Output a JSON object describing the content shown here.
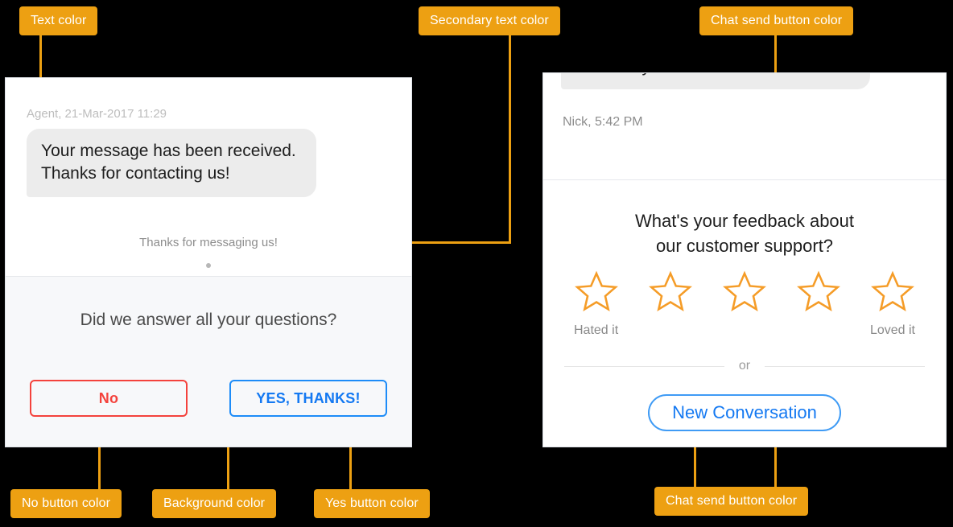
{
  "annotations": {
    "text_color": "Text color",
    "secondary_text_color": "Secondary text color",
    "chat_send_button_color_top": "Chat send button color",
    "no_button_color": "No button color",
    "background_color": "Background color",
    "yes_button_color": "Yes button color",
    "chat_send_button_color_bottom": "Chat send button color"
  },
  "left_panel": {
    "message_meta": "Agent, 21-Mar-2017 11:29",
    "message_text": "Your message has been received. Thanks for contacting us!",
    "system_note": "Thanks for messaging us!",
    "prompt_question": "Did we answer all your questions?",
    "no_button_label": "No",
    "yes_button_label": "YES, THANKS!"
  },
  "right_panel": {
    "message_text": "reaches your address.",
    "message_meta": "Nick, 5:42 PM",
    "feedback_title_line1": "What's your feedback about",
    "feedback_title_line2": "our customer support?",
    "stars": [
      "star-1",
      "star-2",
      "star-3",
      "star-4",
      "star-5"
    ],
    "star_low_label": "Hated it",
    "star_high_label": "Loved it",
    "or_label": "or",
    "new_conversation_label": "New Conversation"
  },
  "colors": {
    "annotation_orange": "#eda012",
    "no_button_red": "#f4423c",
    "yes_button_blue": "#1479f2",
    "star_orange": "#f59c27",
    "background_grey": "#f7f8fa",
    "text_color": "#4a4a4a",
    "secondary_text_color": "#8d8d8d"
  }
}
